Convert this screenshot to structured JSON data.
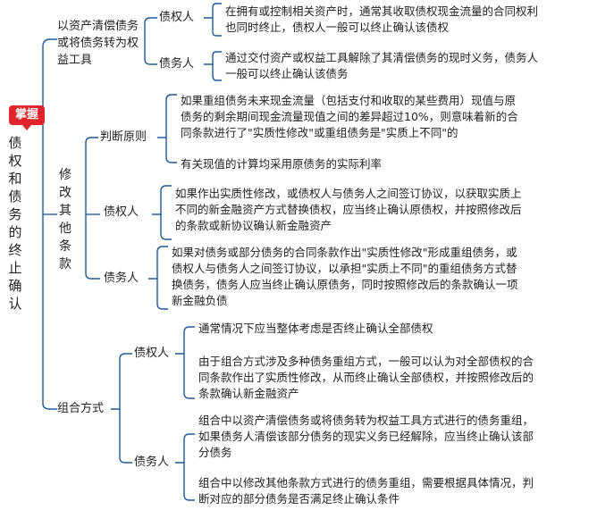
{
  "badge": "掌握",
  "root": "债权和债务的终止确认",
  "branch1": {
    "label": "以资产清偿债务或将债务转为权益工具",
    "creditor": {
      "label": "债权人",
      "text": "在拥有或控制相关资产时，通常其收取债权现金流量的合同权利也同时终止，债权人一般可以终止确认该债权"
    },
    "debtor": {
      "label": "债务人",
      "text": "通过交付资产或权益工具解除了其清偿债务的现时义务，债务人一般可以终止确认该债务"
    }
  },
  "branch2": {
    "label": "修改其他条款",
    "principle": {
      "label": "判断原则",
      "text1": "如果重组债务未来现金流量（包括支付和收取的某些费用）现值与原债务的剩余期间现金流量现值之间的差异超过10%，则意味着新的合同条款进行了\"实质性修改\"或重组债务是\"实质上不同\"的",
      "text2": "有关现值的计算均采用原债务的实际利率"
    },
    "creditor": {
      "label": "债权人",
      "text": "如果作出实质性修改，或债权人与债务人之间签订协议，以获取实质上不同的新金融资产方式替换债权，应当终止确认原债权，并按照修改后的条款或新协议确认新金融资产"
    },
    "debtor": {
      "label": "债务人",
      "text": "如果对债务或部分债务的合同条款作出\"实质性修改\"形成重组债务，或债权人与债务人之间签订协议，以承担\"实质上不同\"的重组债务方式替换债务，债务人应当终止确认原债务，同时按照修改后的条款确认一项新金融负债"
    }
  },
  "branch3": {
    "label": "组合方式",
    "creditor": {
      "label": "债权人",
      "text1": "通常情况下应当整体考虑是否终止确认全部债权",
      "text2": "由于组合方式涉及多种债务重组方式，一般可以认为对全部债权的合同条款作出了实质性修改，从而终止确认全部债权，并按照修改后的条款确认新金融资产"
    },
    "debtor": {
      "label": "债务人",
      "text1": "组合中以资产清偿债务或将债务转为权益工具方式进行的债务重组，如果债务人清偿该部分债务的现实义务已经解除，应当终止确认该部分债务",
      "text2": "组合中以修改其他条款方式进行的债务重组，需要根据具体情况，判断对应的部分债务是否满足终止确认条件"
    }
  },
  "colors": {
    "line": "#1e5a96",
    "badge": "#e0242b"
  }
}
